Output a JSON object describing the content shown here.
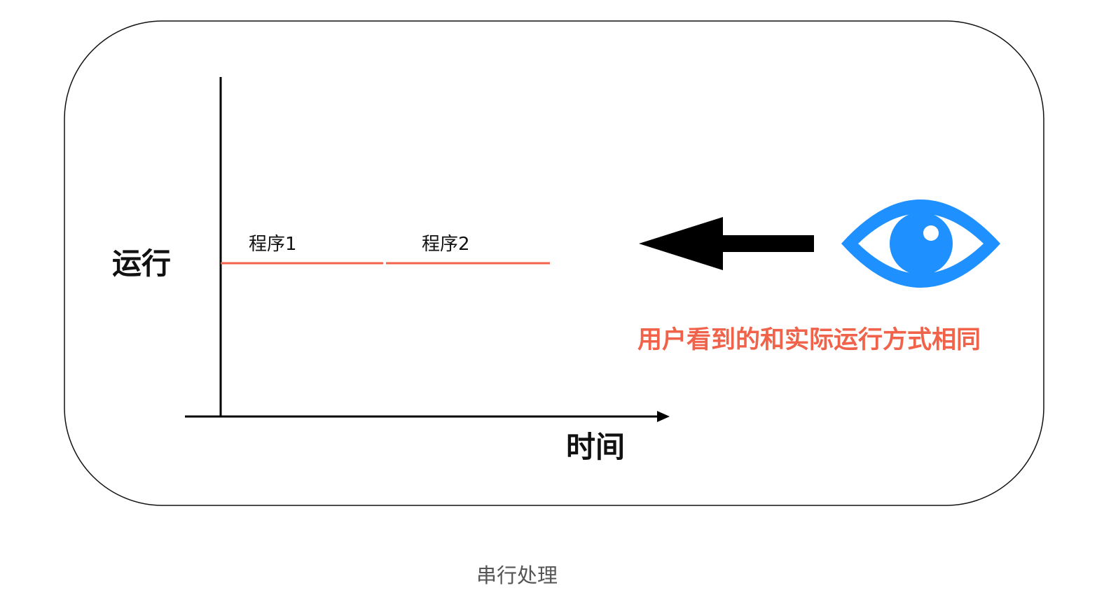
{
  "diagram": {
    "y_axis_label": "运行",
    "x_axis_label": "时间",
    "programs": [
      {
        "label": "程序1"
      },
      {
        "label": "程序2"
      }
    ],
    "observer_note": "用户看到的和实际运行方式相同",
    "caption": "串行处理",
    "icons": [
      "arrow-left-icon",
      "eye-icon"
    ],
    "colors": {
      "program_line": "#f0634a",
      "note_text": "#f0634a",
      "eye": "#1e90ff",
      "axis": "#000000"
    }
  }
}
